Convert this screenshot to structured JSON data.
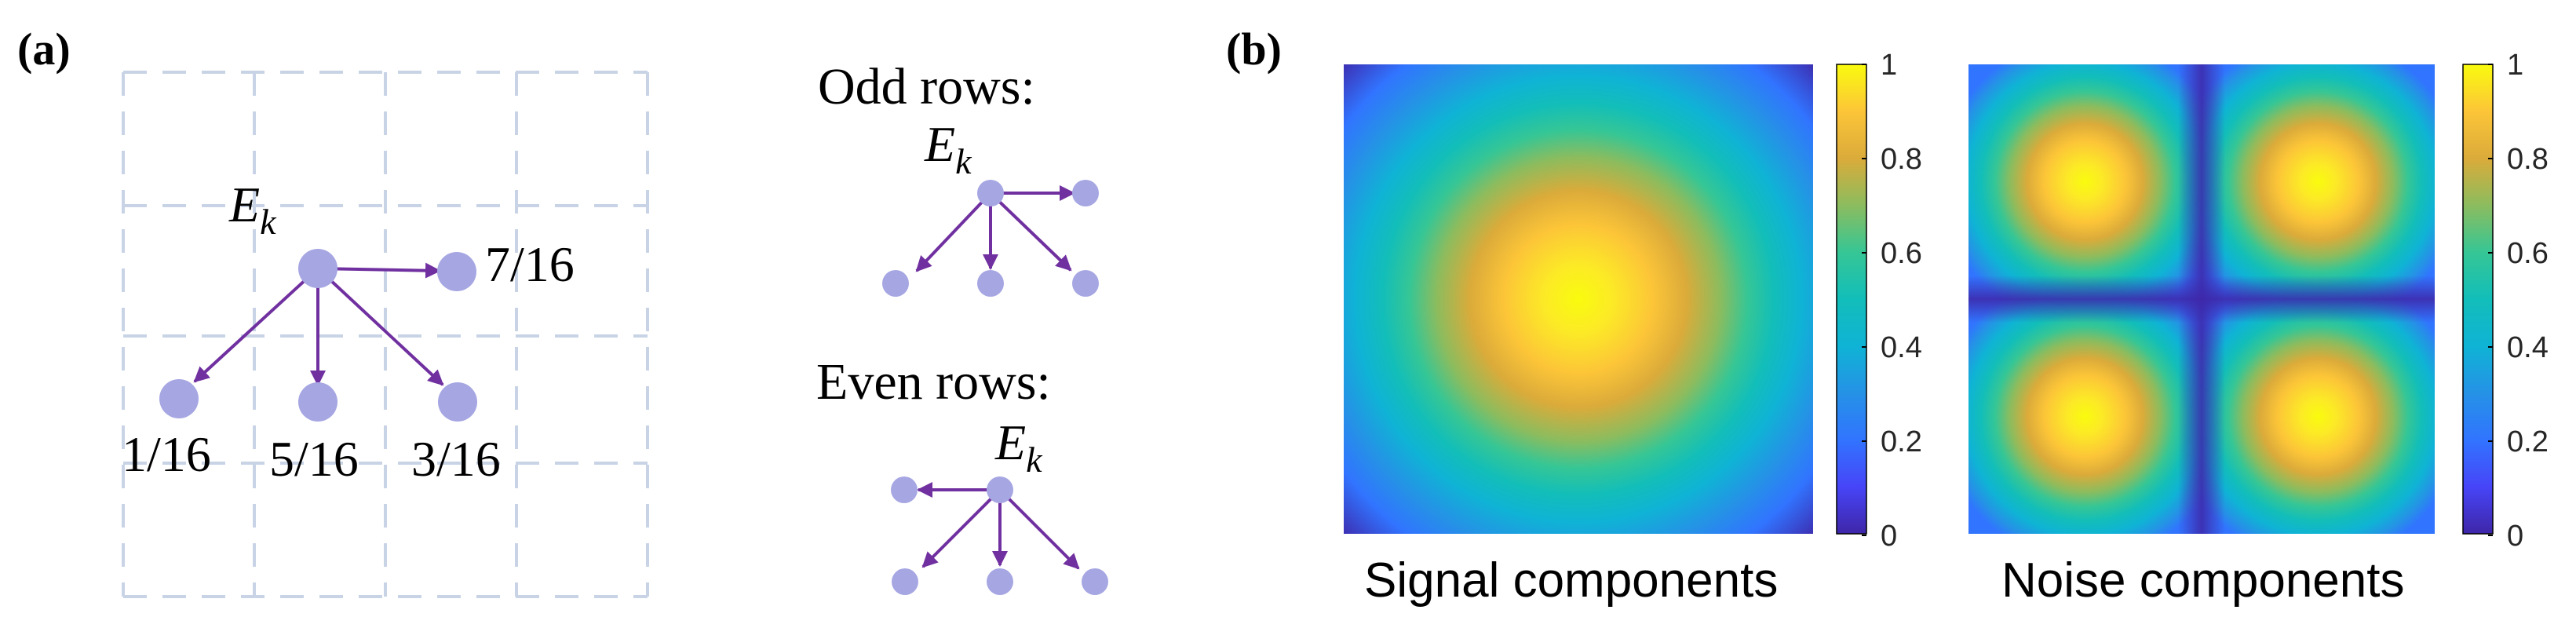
{
  "panel_a": {
    "label": "(a)",
    "center_symbol": "E",
    "center_subscript": "k",
    "weights": {
      "right": "7/16",
      "down_left": "1/16",
      "down": "5/16",
      "down_right": "3/16"
    }
  },
  "odd_rows": {
    "title": "Odd rows:",
    "symbol": "E",
    "subscript": "k"
  },
  "even_rows": {
    "title": "Even rows:",
    "symbol": "E",
    "subscript": "k"
  },
  "panel_b": {
    "label": "(b)",
    "signal_caption": "Signal components",
    "noise_caption": "Noise components",
    "colorbar_ticks": [
      "0",
      "0.2",
      "0.4",
      "0.6",
      "0.8",
      "1"
    ]
  },
  "colors": {
    "grid_dash": "#c8d4e6",
    "dot": "#a6a6e3",
    "arrow": "#7030a0",
    "parula_low": "#3e26a8",
    "parula_high": "#f9fb0e"
  }
}
